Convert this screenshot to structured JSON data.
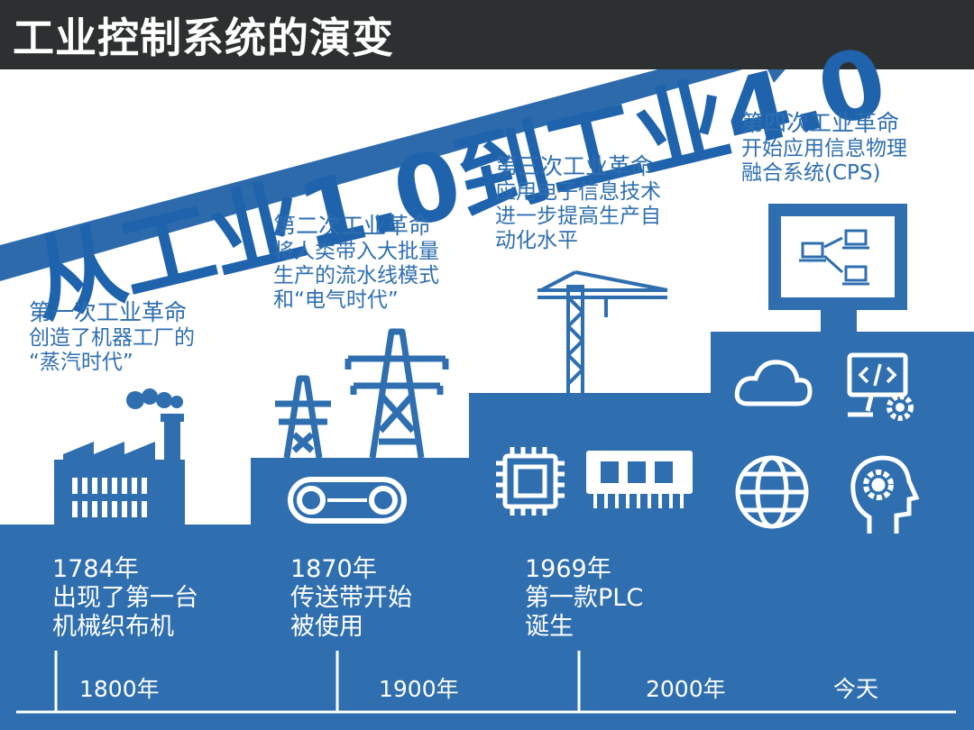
{
  "title": "工业控制系统的演变",
  "slogan": "从工业1.0到工业4.0",
  "colors": {
    "title_bg": "#2d3030",
    "main_blue": "#2f6fb0",
    "arrow_blue": "#2c6aac",
    "light_bg": "#ffffff",
    "text_white": "#ffffff"
  },
  "revolutions": [
    {
      "heading": "第一次工业革命",
      "lines": [
        "创造了机器工厂的",
        "“蒸汽时代”"
      ],
      "icons": [
        "factory-icon"
      ]
    },
    {
      "heading": "第二次工业革命",
      "lines": [
        "将人类带入大批量",
        "生产的流水线模式",
        "和“电气时代”"
      ],
      "icons": [
        "power-tower-icon",
        "conveyor-belt-icon"
      ]
    },
    {
      "heading": "第三次工业革命",
      "lines": [
        "应用电子信息技术",
        "进一步提高生产自",
        "动化水平"
      ],
      "icons": [
        "tower-crane-icon",
        "cpu-chip-icon",
        "memory-module-icon"
      ]
    },
    {
      "heading": "第四次工业革命",
      "lines": [
        "开始应用信息物理",
        "融合系统(CPS)"
      ],
      "icons": [
        "network-monitor-icon",
        "cloud-icon",
        "code-gear-icon",
        "globe-icon",
        "head-gear-icon"
      ]
    }
  ],
  "milestones": [
    {
      "year": "1784年",
      "lines": [
        "出现了第一台",
        "机械织布机"
      ]
    },
    {
      "year": "1870年",
      "lines": [
        "传送带开始",
        "被使用"
      ]
    },
    {
      "year": "1969年",
      "lines": [
        "第一款PLC",
        "诞生"
      ]
    }
  ],
  "timeline_ticks": [
    "1800年",
    "1900年",
    "2000年",
    "今天"
  ]
}
